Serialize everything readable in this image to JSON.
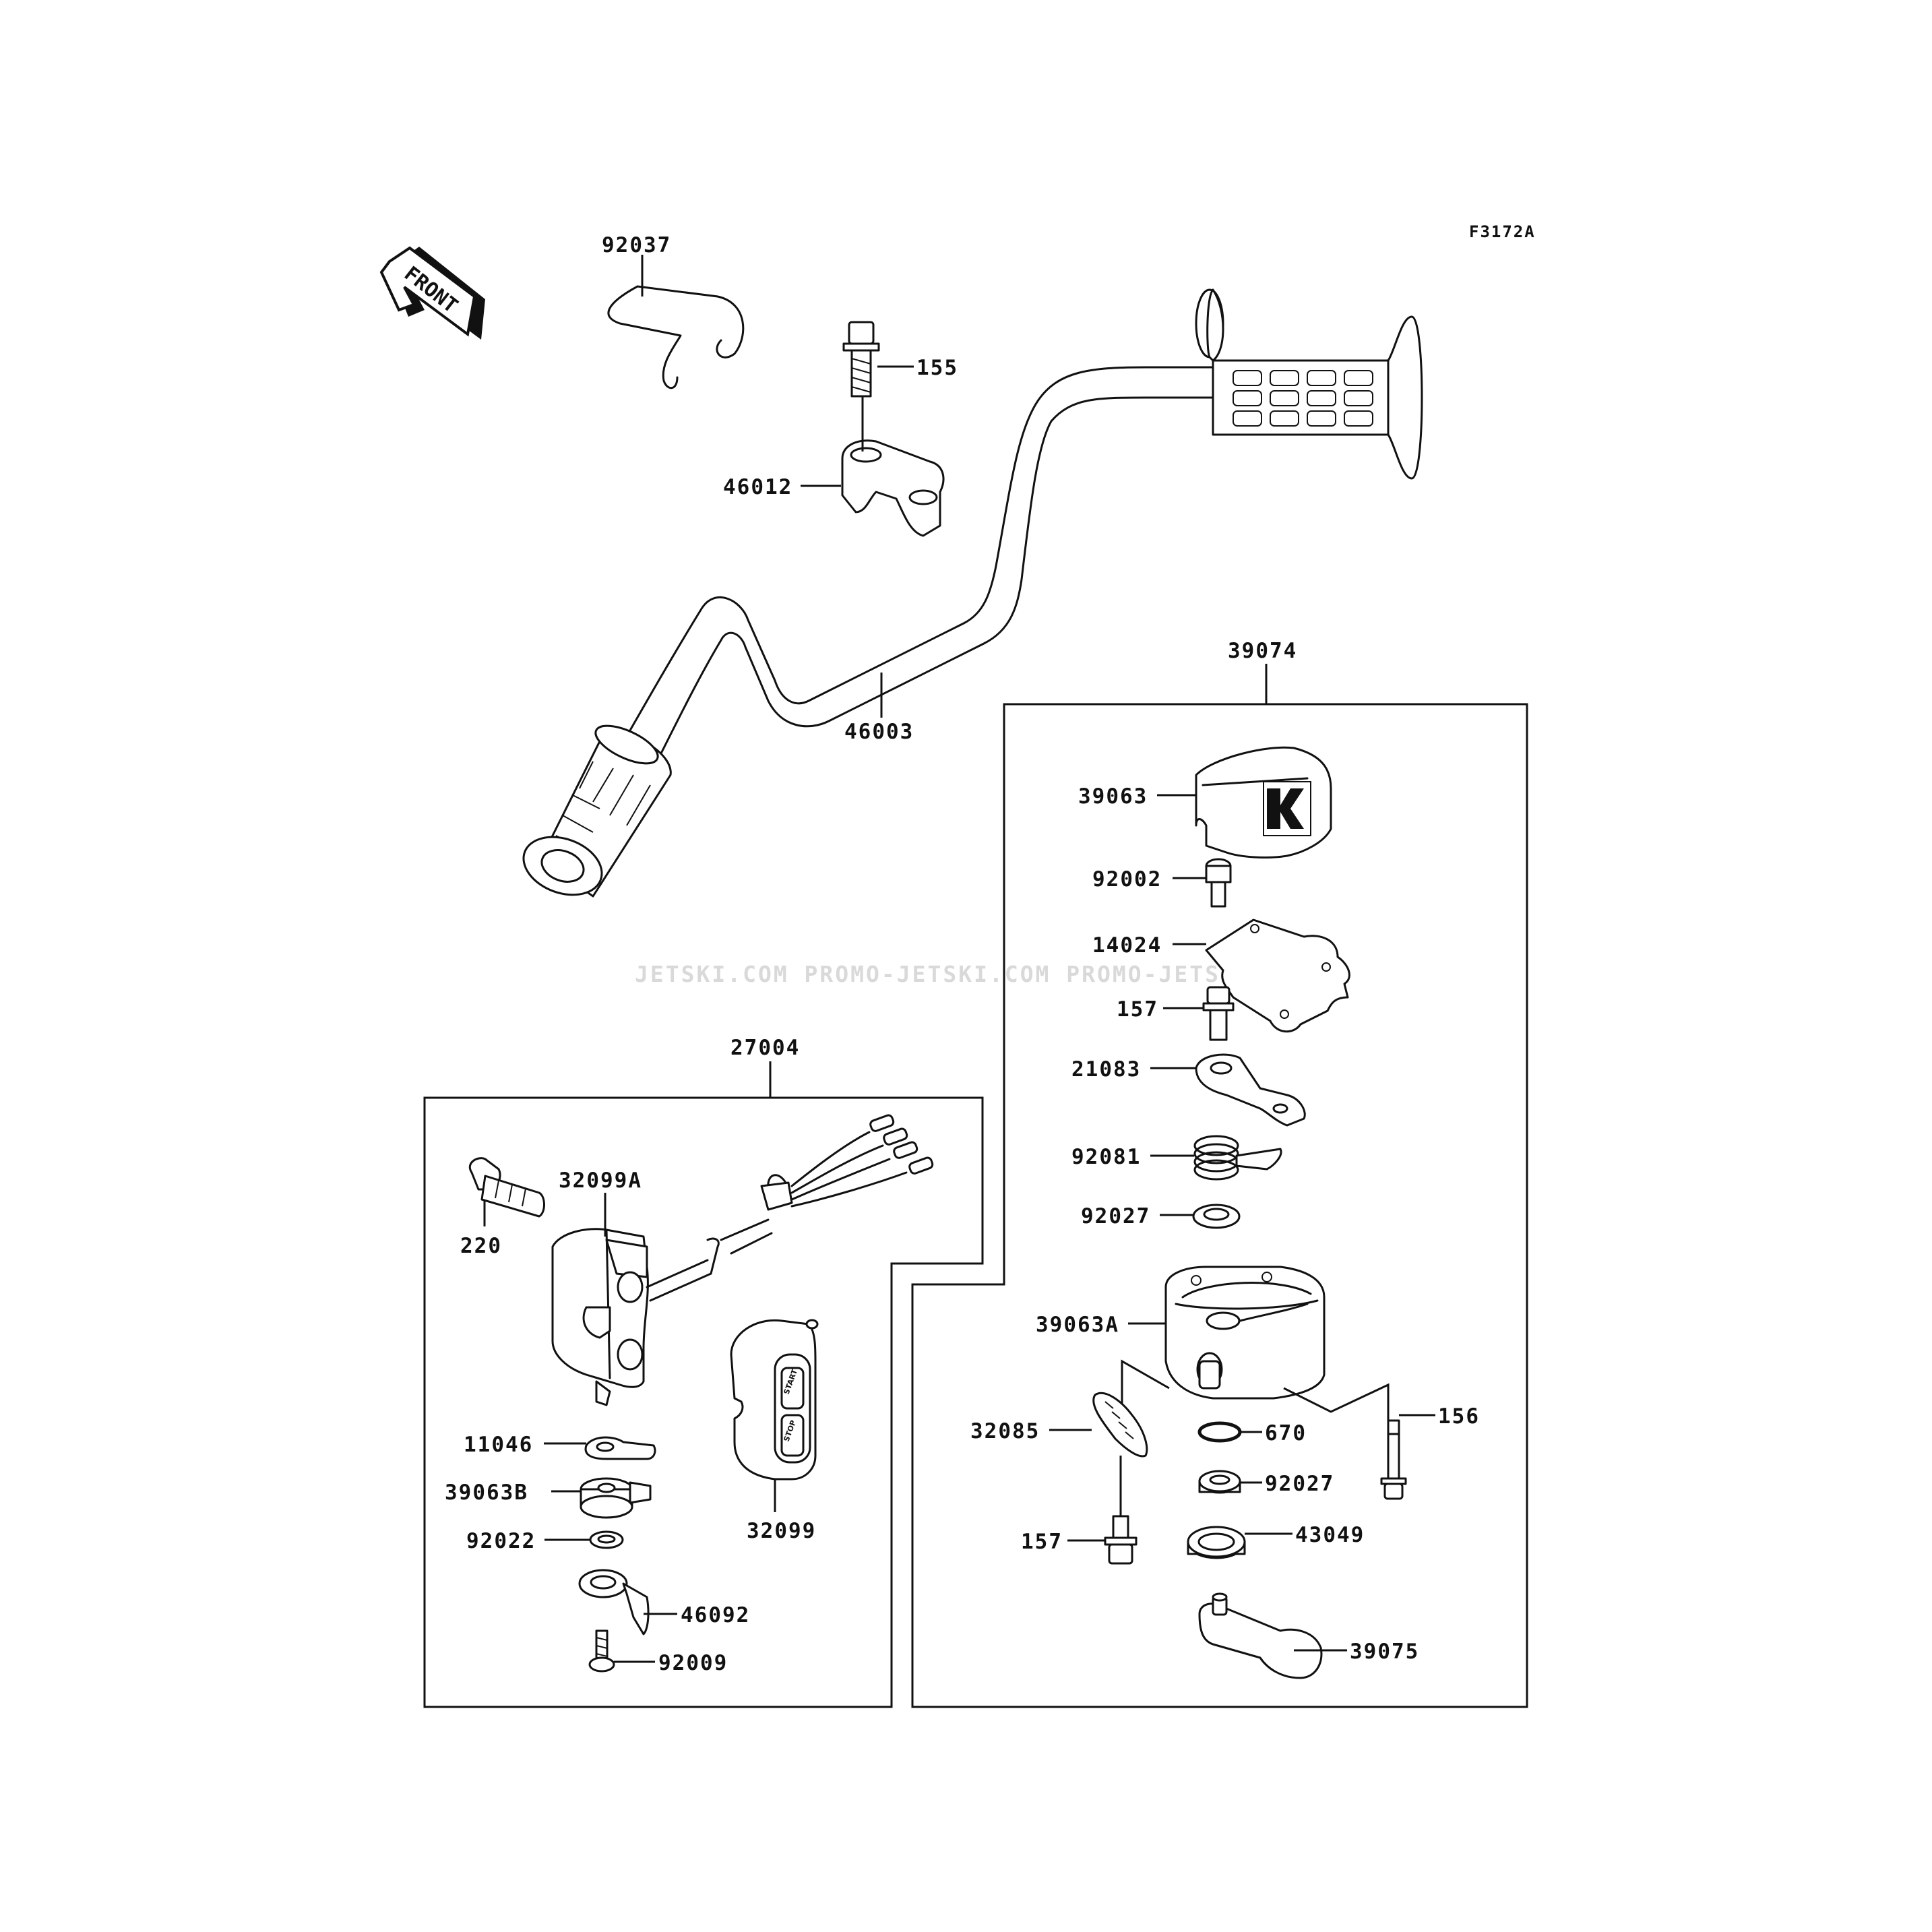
{
  "figure_code": "F3172A",
  "front_indicator": "FRONT",
  "watermark": "JETSKI.COM  PROMO-JETSKI.COM  PROMO-JETSKI.COM",
  "parts": {
    "p92037": "92037",
    "p155": "155",
    "p46012": "46012",
    "p46003": "46003",
    "p39074": "39074",
    "p39063": "39063",
    "p92002": "92002",
    "p14024": "14024",
    "p157a": "157",
    "p21083": "21083",
    "p92081": "92081",
    "p92027a": "92027",
    "p39063A": "39063A",
    "p32085": "32085",
    "p670": "670",
    "p156": "156",
    "p92027b": "92027",
    "p157b": "157",
    "p43049": "43049",
    "p39075": "39075",
    "p27004": "27004",
    "p32099A": "32099A",
    "p220": "220",
    "p11046": "11046",
    "p39063B": "39063B",
    "p92022": "92022",
    "p32099": "32099",
    "p46092": "46092",
    "p92009": "92009"
  },
  "switch_labels": {
    "start": "START",
    "stop": "STOP"
  }
}
